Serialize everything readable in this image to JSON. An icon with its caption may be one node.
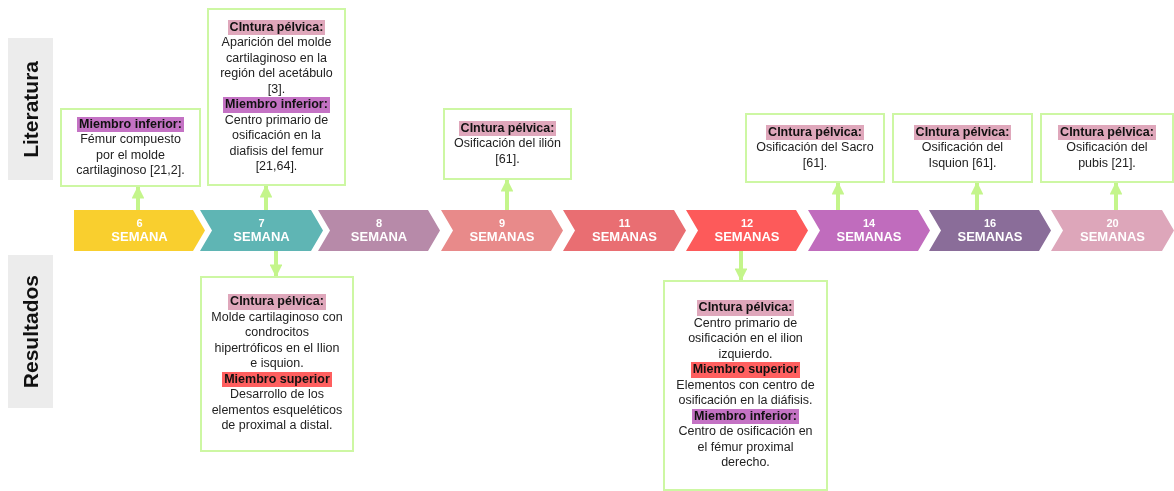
{
  "diagram": {
    "nodes": [
      {
        "text": [
          "Literatura"
        ]
      },
      {
        "text": [
          "Miembro inferior:",
          "Fémur compuesto por el molde cartilaginoso [21,2]."
        ]
      },
      {
        "text": [
          "CIntura pélvica:",
          "Aparición del molde cartilaginoso en la región del acetábulo [3].",
          "Miembro inferior:",
          "Centro primario de osificación en la diafisis del femur [21,64]."
        ]
      },
      {
        "text": [
          "CIntura pélvica:",
          "Osificación del ilión [61]."
        ]
      },
      {
        "text": [
          "CIntura pélvica:",
          "Osificación del Sacro [61]."
        ]
      },
      {
        "text": [
          "CIntura pélvica:",
          "Osificación del Isquion [61]."
        ]
      },
      {
        "text": [
          "CIntura pélvica:",
          "Osificación del pubis [21]."
        ]
      },
      {
        "text": [
          "6",
          "SEMANA"
        ]
      },
      {
        "text": [
          "7",
          "SEMANA"
        ]
      },
      {
        "text": [
          "8",
          "SEMANA"
        ]
      },
      {
        "text": [
          "9",
          "SEMANAS"
        ]
      },
      {
        "text": [
          "11",
          "SEMANAS"
        ]
      },
      {
        "text": [
          "12",
          "SEMANAS"
        ]
      },
      {
        "text": [
          "14",
          "SEMANAS"
        ]
      },
      {
        "text": [
          "16",
          "SEMANAS"
        ]
      },
      {
        "text": [
          "20",
          "SEMANAS"
        ]
      },
      {
        "text": [
          "Resultados"
        ]
      },
      {
        "text": [
          "CIntura pélvica:",
          "Molde cartilaginoso con condrocitos hipertróficos en el Ilion e isquion.",
          "Miembro superior",
          "Desarrollo de los elementos esqueléticos de proximal a distal."
        ]
      },
      {
        "text": [
          "CIntura pélvica:",
          "Centro  primario de osificación en el ilion izquierdo.",
          "Miembro superior",
          "Elementos con centro de osificación en la diáfisis.",
          "Miembro inferior:",
          "Centro de osificación en el fémur proximal derecho."
        ]
      }
    ],
    "edges": [
      {
        "from": 7,
        "to": 1,
        "arrow": "to"
      },
      {
        "from": 8,
        "to": 2,
        "arrow": "to"
      },
      {
        "from": 10,
        "to": 3,
        "arrow": "to"
      },
      {
        "from": 13,
        "to": 4,
        "arrow": "to"
      },
      {
        "from": 14,
        "to": 5,
        "arrow": "to"
      },
      {
        "from": 15,
        "to": 6,
        "arrow": "to"
      },
      {
        "from": 8,
        "to": 17,
        "arrow": "to"
      },
      {
        "from": 12,
        "to": 18,
        "arrow": "to"
      }
    ]
  }
}
